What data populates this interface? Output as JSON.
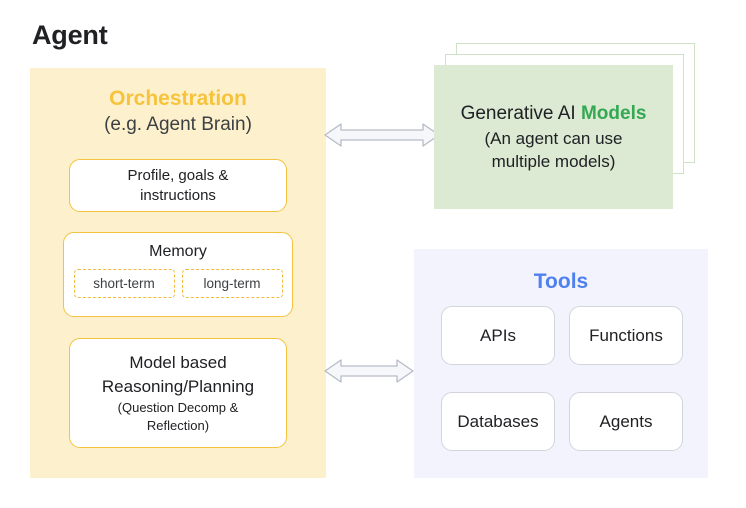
{
  "diagram": {
    "title": "Agent",
    "orchestration": {
      "heading": "Orchestration",
      "subheading": "(e.g. Agent Brain)",
      "accent_color": "#f7c33c",
      "panel_color": "#fdf1cd",
      "cards": {
        "profile": {
          "line1": "Profile, goals &",
          "line2": "instructions"
        },
        "memory": {
          "title": "Memory",
          "chips": [
            "short-term",
            "long-term"
          ]
        },
        "reasoning": {
          "line1": "Model based",
          "line2": "Reasoning/Planning",
          "sub1": "(Question Decomp &",
          "sub2": "Reflection)"
        }
      }
    },
    "models": {
      "title_prefix": "Generative AI ",
      "title_accent": "Models",
      "sub_line1": "(An agent can use",
      "sub_line2": "multiple models)",
      "accent_color": "#34a853",
      "panel_color": "#dce9d3",
      "stack_count": 3
    },
    "tools": {
      "heading": "Tools",
      "accent_color": "#4f80ef",
      "panel_color": "#f2f3fc",
      "items": [
        "APIs",
        "Functions",
        "Databases",
        "Agents"
      ]
    },
    "connectors": [
      {
        "name": "orchestration-to-models",
        "kind": "double-arrow"
      },
      {
        "name": "orchestration-to-tools",
        "kind": "double-arrow"
      }
    ]
  }
}
